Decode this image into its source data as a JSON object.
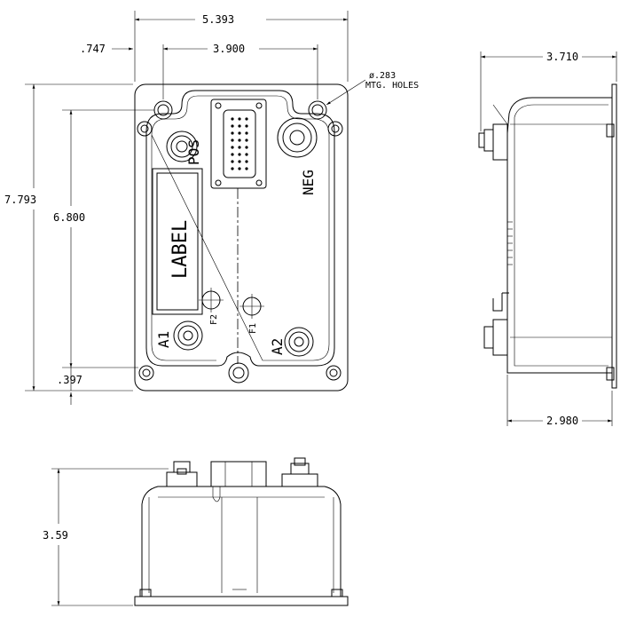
{
  "dimensions": {
    "overall_width": "5.393",
    "hole_offset_x": ".747",
    "hole_spacing_x": "3.900",
    "overall_height": "7.793",
    "hole_spacing_y": "6.800",
    "hole_offset_y": ".397",
    "side_depth": "3.710",
    "side_body_depth": "2.980",
    "bottom_height": "3.59"
  },
  "callouts": {
    "hole_diameter": "ø.283",
    "hole_note": "MTG. HOLES"
  },
  "terminals": {
    "pos": "POS",
    "neg": "NEG",
    "a1": "A1",
    "a2": "A2",
    "f1": "F1",
    "f2": "F2"
  },
  "label_area": "LABEL"
}
